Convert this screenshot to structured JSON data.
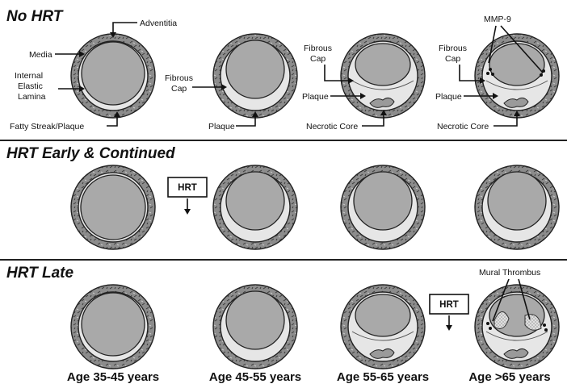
{
  "sections": [
    {
      "title": "No HRT"
    },
    {
      "title": "HRT Early & Continued"
    },
    {
      "title": "HRT Late"
    }
  ],
  "labels": {
    "adventitia": "Adventitia",
    "media": "Media",
    "internal_elastic_lamina": [
      "Internal",
      "Elastic",
      "Lamina"
    ],
    "fatty_streak_plaque": "Fatty Streak/Plaque",
    "fibrous_cap": [
      "Fibrous",
      "Cap"
    ],
    "plaque": "Plaque",
    "necrotic_core": "Necrotic Core",
    "mmp9": "MMP-9",
    "mural_thrombus": "Mural Thrombus",
    "hrt": "HRT"
  },
  "age_labels": [
    "Age 35-45 years",
    "Age 45-55 years",
    "Age 55-65 years",
    "Age >65 years"
  ],
  "colors": {
    "lumen": "#a9a9a9",
    "vessel_wall": "#8c8c8c",
    "plaque": "#e6e6e6",
    "necrotic_core": "#9a9a9a"
  }
}
